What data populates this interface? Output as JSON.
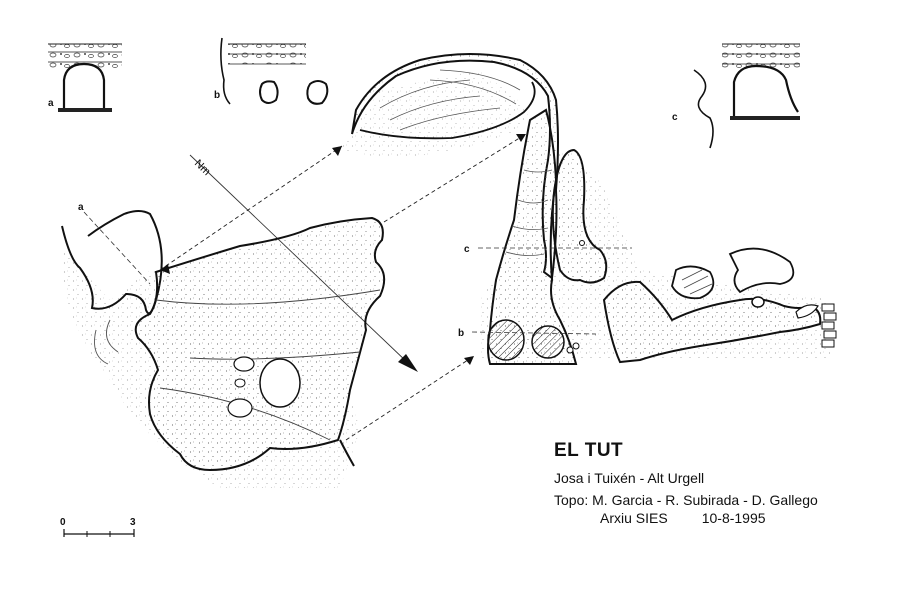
{
  "title": "EL TUT",
  "location": "Josa i Tuixén - Alt Urgell",
  "topo": "Topo: M. Garcia - R. Subirada - D. Gallego",
  "archive": "Arxiu SIES",
  "date": "10-8-1995",
  "north_label": "Nm",
  "scale": {
    "start": "0",
    "end": "3"
  },
  "sections": [
    {
      "label": "a"
    },
    {
      "label": "b"
    },
    {
      "label": "c"
    }
  ]
}
